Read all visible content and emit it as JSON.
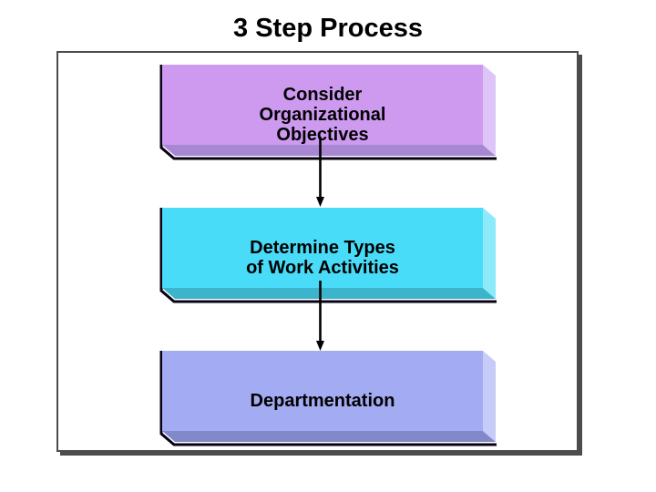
{
  "slide": {
    "title": "3 Step Process",
    "canvas": {
      "background": "#ffffff",
      "frame_border_color": "#4c4c4c"
    },
    "connector_color": "#000000",
    "steps": [
      {
        "label": "Consider\nOrganizational\nObjectives",
        "face_color": "#cd9af0",
        "side_color": "#dec5f8",
        "bottom_color": "#a888d2",
        "outline_color": "#0a0014"
      },
      {
        "label": "Determine Types\nof Work Activities",
        "face_color": "#49dcf8",
        "side_color": "#8ceafb",
        "bottom_color": "#3cb4cc",
        "outline_color": "#0a0014"
      },
      {
        "label": "Departmentation",
        "face_color": "#a3abf2",
        "side_color": "#c7cbf8",
        "bottom_color": "#8289c8",
        "outline_color": "#0a0014"
      }
    ]
  }
}
